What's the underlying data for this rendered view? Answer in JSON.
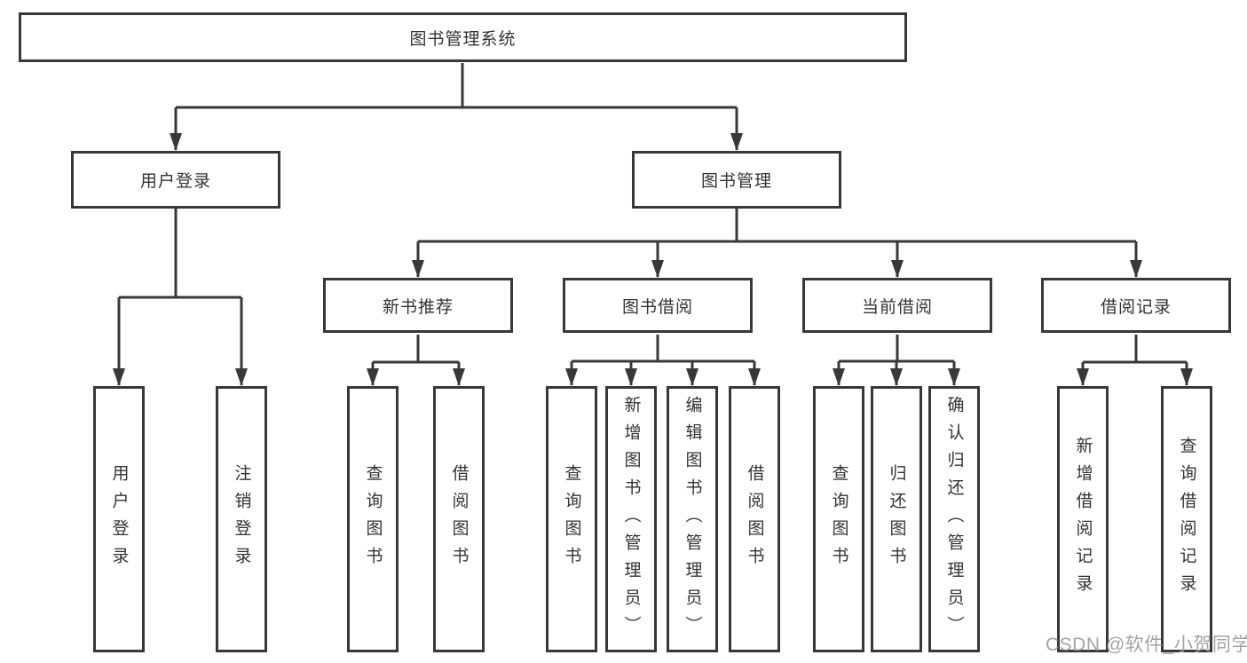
{
  "diagram": {
    "root": {
      "label": "图书管理系统",
      "children": [
        {
          "label": "用户登录",
          "children": [
            {
              "label": "用户登录"
            },
            {
              "label": "注销登录"
            }
          ]
        },
        {
          "label": "图书管理",
          "children": [
            {
              "label": "新书推荐",
              "children": [
                {
                  "label": "查询图书"
                },
                {
                  "label": "借阅图书"
                }
              ]
            },
            {
              "label": "图书借阅",
              "children": [
                {
                  "label": "查询图书"
                },
                {
                  "label": "新增图书（管理员）"
                },
                {
                  "label": "编辑图书（管理员）"
                },
                {
                  "label": "借阅图书"
                }
              ]
            },
            {
              "label": "当前借阅",
              "children": [
                {
                  "label": "查询图书"
                },
                {
                  "label": "归还图书"
                },
                {
                  "label": "确认归还（管理员）"
                }
              ]
            },
            {
              "label": "借阅记录",
              "children": [
                {
                  "label": "新增借阅记录"
                },
                {
                  "label": "查询借阅记录"
                }
              ]
            }
          ]
        }
      ]
    }
  },
  "watermark": "CSDN @软件_小贺同学",
  "colors": {
    "line": "#383838",
    "box_border": "#383838",
    "text": "#333333",
    "box_background": "#ffffff",
    "page_background": "#ffffff",
    "watermark": "#9b9b9b"
  }
}
